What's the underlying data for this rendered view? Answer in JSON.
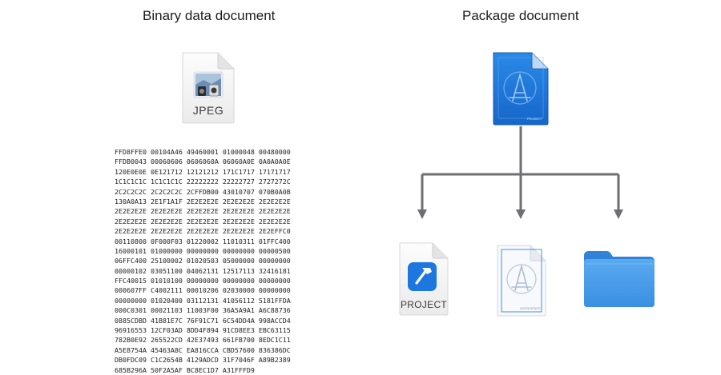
{
  "titles": {
    "binary": "Binary data document",
    "package": "Package document"
  },
  "binary_doc": {
    "icon": "jpeg-file-icon",
    "label": "JPEG"
  },
  "hex_rows": [
    "FFD8FFE0 00104A46 49460001 01000048 00480000",
    "FFDB0043 00060606 0606060A 06060A0E 0A0A0A0E",
    "120E0E0E 0E121712 12121212 171C1717 17171717",
    "1C1C1C1C 1C1C1C1C 22222222 22222727 2727272C",
    "2C2C2C2C 2C2C2C2C 2CFFDB00 43010707 070B0A0B",
    "130A0A13 2E1F1A1F 2E2E2E2E 2E2E2E2E 2E2E2E2E",
    "2E2E2E2E 2E2E2E2E 2E2E2E2E 2E2E2E2E 2E2E2E2E",
    "2E2E2E2E 2E2E2E2E 2E2E2E2E 2E2E2E2E 2E2E2E2E",
    "2E2E2E2E 2E2E2E2E 2E2E2E2E 2E2E2E2E 2E2EFFC0",
    "00110800 0F000F03 01220002 11010311 01FFC400",
    "16000101 01000000 00000000 00000000 00000500",
    "06FFC400 25100002 01020503 05000000 00000000",
    "00000102 03051100 04062131 12517113 32416181",
    "FFC40015 01010100 00000000 00000000 00000000",
    "000607FF C4002111 00010206 02030000 00000000",
    "00000000 01020400 03112131 41056112 5181FFDA",
    "000C0301 00021103 11003F00 36A5A9A1 A6C88736",
    "0885CDBD 41B81E7C 76F91C71 6C54DD4A 998ACCD4",
    "96916553 12CF03AD 8DD4F894 91CD8EE3 EBC63115",
    "782B0E92 265522CD 42E37493 661FB700 8EDC1C11",
    "A5E8754A 45463A8C EA816CCA CBD57600 836386DC",
    "DB0FDC09 C1C2654B 4129ADCD 31F7046F A89B2389",
    "685B296A 50F2A5AF BC8EC1D7 A31FFFD9"
  ],
  "package_doc": {
    "icon": "xcode-project-package-icon",
    "tag": "PROJECT"
  },
  "children": [
    {
      "icon": "xcode-project-file-icon",
      "label": "PROJECT"
    },
    {
      "icon": "xcode-workspace-file-icon",
      "tag": "WORKSPACE"
    },
    {
      "icon": "folder-icon"
    }
  ],
  "colors": {
    "arrow": "#6e6e73",
    "blue_doc": "#1f74d6",
    "folder": "#3f97e8"
  }
}
